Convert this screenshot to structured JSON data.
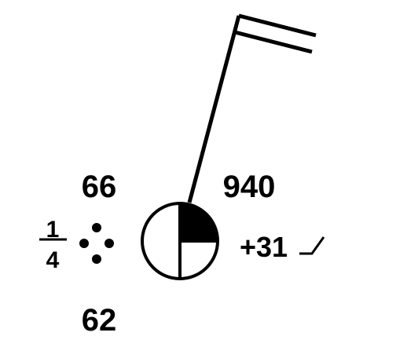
{
  "station": {
    "temperature": "66",
    "dew_point": "62",
    "pressure": "940",
    "pressure_tendency": "+31",
    "visibility": {
      "numerator": "1",
      "denominator": "4"
    },
    "present_weather_icon": "moderate-rain-dots-icon",
    "sky_cover_icon": "quarter-filled-circle-icon",
    "wind_barb_icon": "wind-barb-icon",
    "tendency_icon": "rising-then-steady-tendency-icon"
  },
  "colors": {
    "ink": "#000000",
    "background": "#ffffff"
  }
}
